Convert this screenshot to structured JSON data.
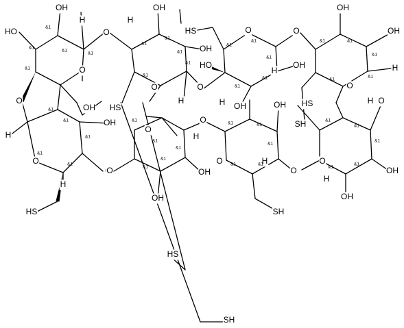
{
  "labels": {
    "oxygen": "O",
    "hydroxyl_right": "OH",
    "hydroxyl_left": "HO",
    "hydrogen": "H",
    "thiol_right": "SH",
    "thiol_left": "HS",
    "stereo": "&1"
  }
}
